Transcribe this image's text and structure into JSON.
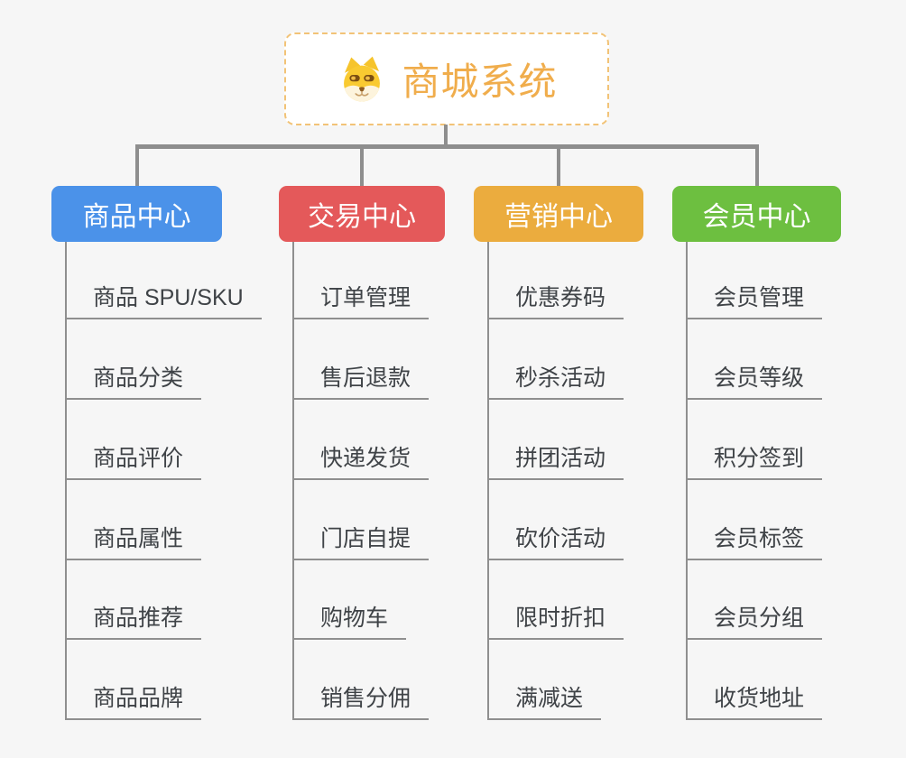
{
  "root": {
    "title": "商城系统",
    "icon": "shiba-dog-icon"
  },
  "branches": [
    {
      "label": "商品中心",
      "color": "#4B92E9",
      "items": [
        "商品 SPU/SKU",
        "商品分类",
        "商品评价",
        "商品属性",
        "商品推荐",
        "商品品牌"
      ]
    },
    {
      "label": "交易中心",
      "color": "#E4595A",
      "items": [
        "订单管理",
        "售后退款",
        "快递发货",
        "门店自提",
        "购物车",
        "销售分佣"
      ]
    },
    {
      "label": "营销中心",
      "color": "#EBAC3E",
      "items": [
        "优惠券码",
        "秒杀活动",
        "拼团活动",
        "砍价活动",
        "限时折扣",
        "满减送"
      ]
    },
    {
      "label": "会员中心",
      "color": "#6DBF40",
      "items": [
        "会员管理",
        "会员等级",
        "积分签到",
        "会员标签",
        "会员分组",
        "收货地址"
      ]
    }
  ],
  "colors": {
    "canvas_bg": "#F6F6F6",
    "root_border": "#F2C377",
    "root_title": "#F0AD4C",
    "connector": "#8E8E8E",
    "sub_line": "#8F8F8F",
    "item_text": "#3F4347",
    "branch_label_text": "#FFFFFF"
  }
}
